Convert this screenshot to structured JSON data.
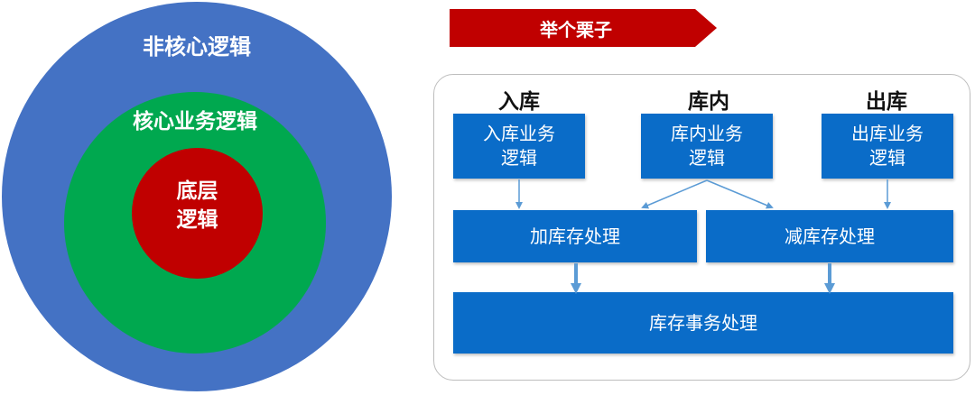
{
  "circles": {
    "outer": {
      "label": "非核心逻辑",
      "color": "#4472c4"
    },
    "middle": {
      "label": "核心业务逻辑",
      "color": "#00a84f"
    },
    "inner": {
      "label_line1": "底层",
      "label_line2": "逻辑",
      "color": "#c00000"
    }
  },
  "banner": {
    "label": "举个栗子",
    "color": "#c00000"
  },
  "example": {
    "columns": {
      "inbound": "入库",
      "internal": "库内",
      "outbound": "出库"
    },
    "boxes": {
      "inbound_line1": "入库业务",
      "inbound_line2": "逻辑",
      "internal_line1": "库内业务",
      "internal_line2": "逻辑",
      "outbound_line1": "出库业务",
      "outbound_line2": "逻辑",
      "add_stock": "加库存处理",
      "reduce_stock": "减库存处理",
      "transaction": "库存事务处理"
    },
    "box_color": "#0a6cc8",
    "arrow_color": "#5b9bd5"
  }
}
